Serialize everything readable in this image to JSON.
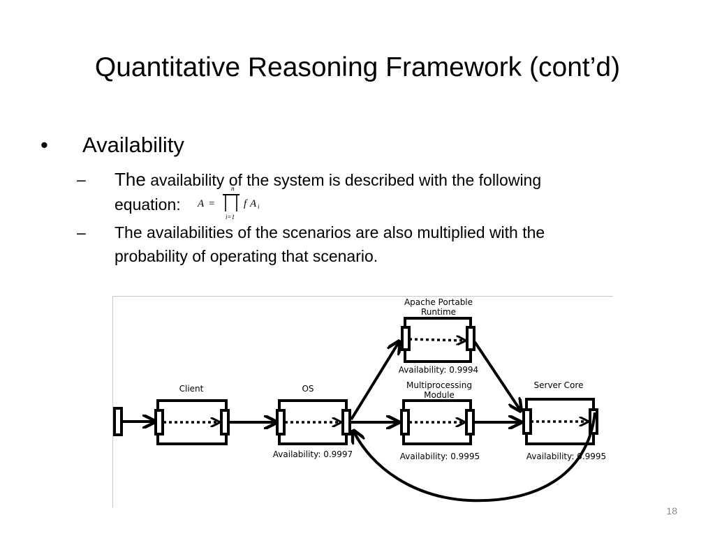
{
  "slide": {
    "title": "Quantitative Reasoning Framework (cont’d)",
    "bullet_mark": "•",
    "heading": "Availability",
    "sub_dash": "–",
    "sub1_lead": "The",
    "sub1_rest": " availability of the system is described with the following",
    "sub1_line2": "equation:",
    "equation": {
      "lhs": "A",
      "eq": "=",
      "upper": "n",
      "lower": "i=1",
      "product": "∏",
      "body_f": "f",
      "body_A": "A",
      "body_i": "i"
    },
    "sub2_line1": "The availabilities of the scenarios are also multiplied with the",
    "sub2_line2": "probability of operating that scenario.",
    "page_number": "18"
  },
  "diagram": {
    "components": {
      "client": {
        "label": "Client"
      },
      "os": {
        "label": "OS",
        "availability": "Availability: 0.9997"
      },
      "apr": {
        "label_line1": "Apache Portable",
        "label_line2": "Runtime",
        "availability": "Availability: 0.9994"
      },
      "mpm": {
        "label_line1": "Multiprocessing",
        "label_line2": "Module",
        "availability": "Availability: 0.9995"
      },
      "server_core": {
        "label": "Server Core",
        "availability": "Availability: 0.9995"
      }
    }
  }
}
